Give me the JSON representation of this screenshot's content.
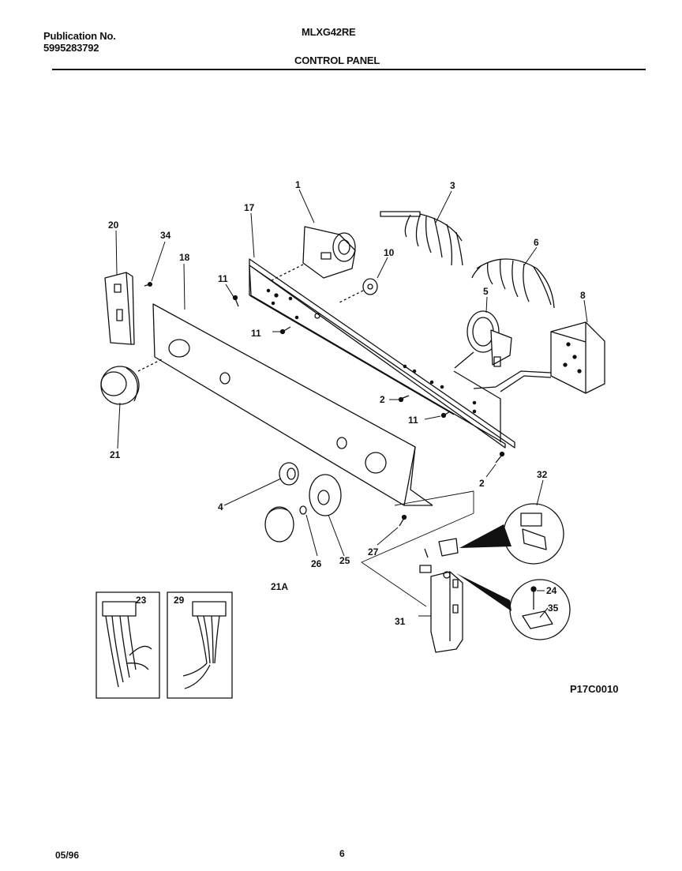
{
  "header": {
    "publication_label": "Publication No.",
    "publication_number": "5995283792",
    "model": "MLXG42RE",
    "section_title": "CONTROL PANEL"
  },
  "callouts": [
    "1",
    "3",
    "17",
    "20",
    "34",
    "18",
    "10",
    "6",
    "11",
    "5",
    "8",
    "11",
    "2",
    "11",
    "21",
    "2",
    "32",
    "4",
    "27",
    "26",
    "25",
    "21A",
    "23",
    "29",
    "24",
    "35",
    "31"
  ],
  "diagram_code": "P17C0010",
  "footer": {
    "date": "05/96",
    "page": "6"
  }
}
